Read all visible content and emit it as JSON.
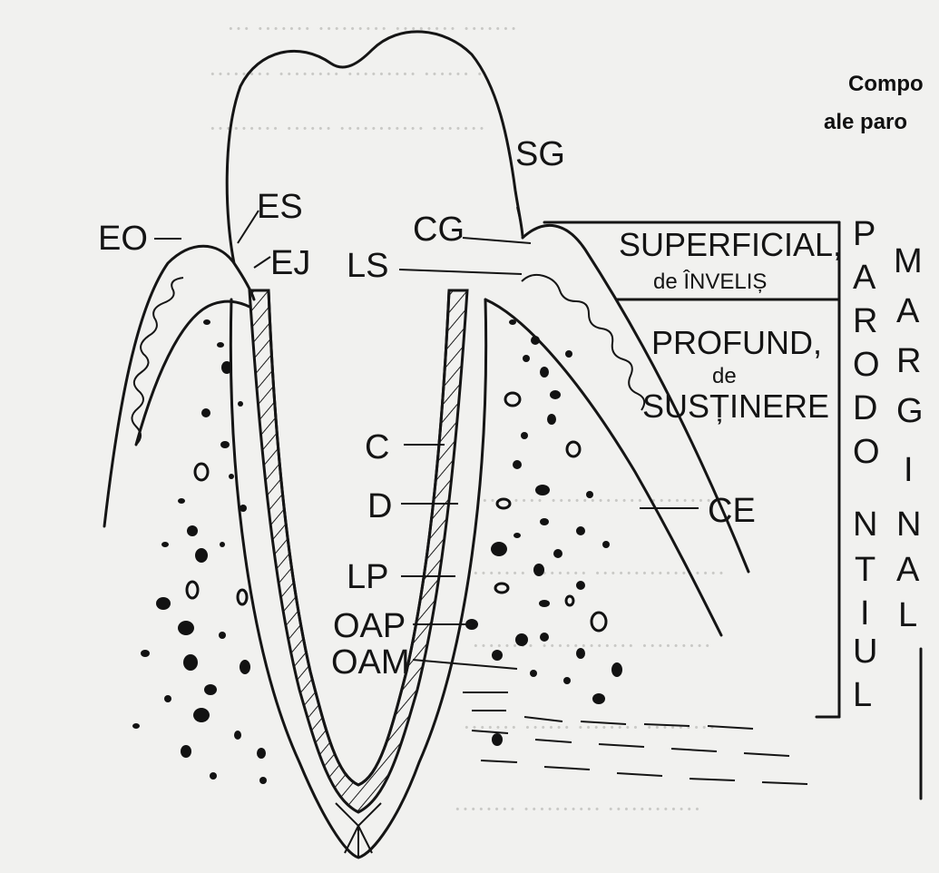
{
  "header": {
    "line1": "Compo",
    "line2": "ale paro"
  },
  "labels": {
    "SG": "SG",
    "CG": "CG",
    "LS": "LS",
    "EO": "EO",
    "ES": "ES",
    "EJ": "EJ",
    "C": "C",
    "D": "D",
    "LP": "LP",
    "OAP": "OAP",
    "OAM": "OAM",
    "CE": "CE"
  },
  "table": {
    "superficial": "SUPERFICIAL,",
    "superficial_sub": "de ÎNVELIȘ",
    "profund": "PROFUND,",
    "profund_de": "de",
    "profund_sub": "SUSȚINERE"
  },
  "vertical": {
    "parodontiul": [
      "P",
      "A",
      "R",
      "O",
      "D",
      "O",
      "N",
      "T",
      "I",
      "U",
      "L"
    ],
    "marginal": [
      "M",
      "A",
      "R",
      "G",
      "I",
      "N",
      "A",
      "L"
    ]
  },
  "colors": {
    "ink": "#151515",
    "paper": "#f1f1ef"
  }
}
